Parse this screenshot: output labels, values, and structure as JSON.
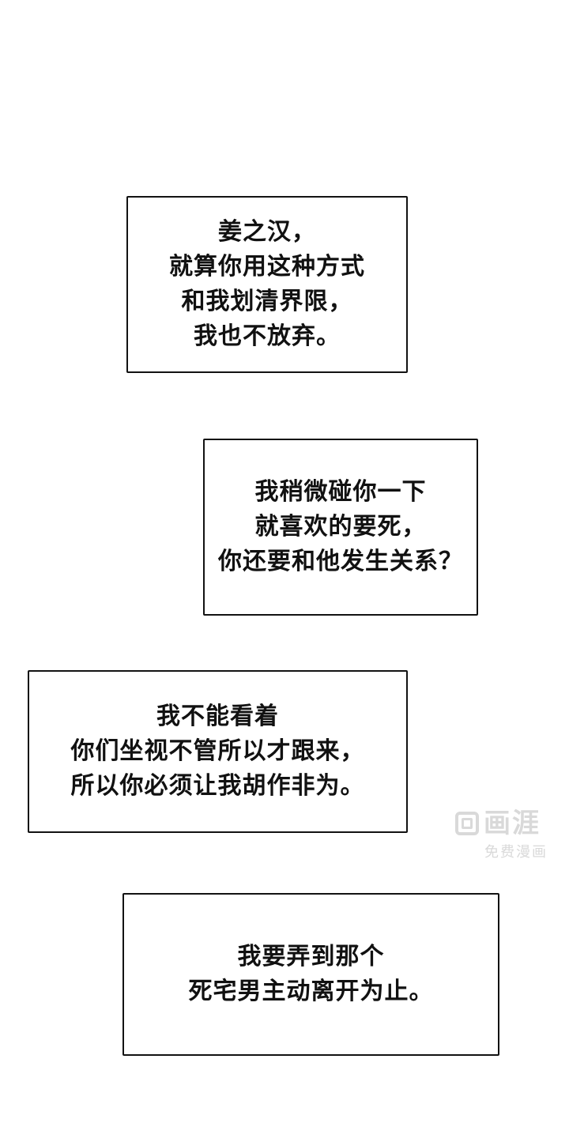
{
  "page": {
    "background": "#ffffff",
    "bubble_border_color": "#121212",
    "text_color": "#111111"
  },
  "bubbles": [
    {
      "lines": [
        "姜之汉，",
        "就算你用这种方式",
        "和我划清界限，",
        "我也不放弃。"
      ]
    },
    {
      "lines": [
        "我稍微碰你一下",
        "就喜欢的要死，",
        "你还要和他发生关系？"
      ]
    },
    {
      "lines": [
        "我不能看着",
        "你们坐视不管所以才跟来，",
        "所以你必须让我胡作非为。"
      ]
    },
    {
      "lines": [
        "我要弄到那个",
        "死宅男主动离开为止。"
      ]
    }
  ],
  "watermark": {
    "brand": "画涯",
    "subtitle": "免费漫画",
    "color": "#d9d9d9"
  }
}
